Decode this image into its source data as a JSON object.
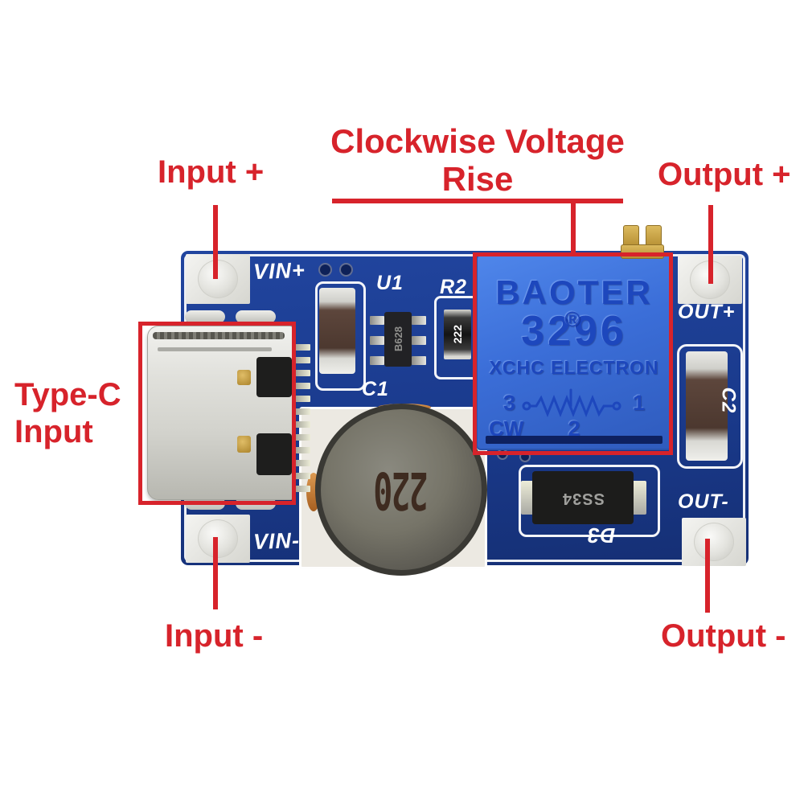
{
  "annotations": {
    "title_line1": "Clockwise Voltage",
    "title_line2": "Rise",
    "input_plus": "Input +",
    "output_plus": "Output +",
    "typec_line1": "Type-C",
    "typec_line2": "Input",
    "input_minus": "Input -",
    "output_minus": "Output -"
  },
  "board": {
    "silkscreen": {
      "vin_plus": "VIN+",
      "vin_minus": "VIN-",
      "out_plus": "OUT+",
      "out_minus": "OUT-",
      "u1": "U1",
      "r2": "R2",
      "c1": "C1",
      "c2": "C2",
      "d3": "D3"
    },
    "components": {
      "potentiometer": {
        "brand": "BAOTER",
        "model": "3296",
        "registered": "®",
        "maker": "XCHC ELECTRON",
        "pin3": "3",
        "pin1": "1",
        "cw": "CW",
        "pin2": "2"
      },
      "chip_marking": "B628",
      "resistor_marking": "222",
      "inductor_marking": "220",
      "diode_marking": "SS34"
    }
  },
  "colors": {
    "annotation_red": "#d7232b",
    "board_blue": "#1a3a8c",
    "pot_blue": "#3b6ed8",
    "pot_text_blue": "#1d47bd",
    "silkscreen_white": "#ffffff",
    "brass": "#c29a3d",
    "copper": "#b96f33",
    "inductor_gray": "#6f6d63"
  }
}
